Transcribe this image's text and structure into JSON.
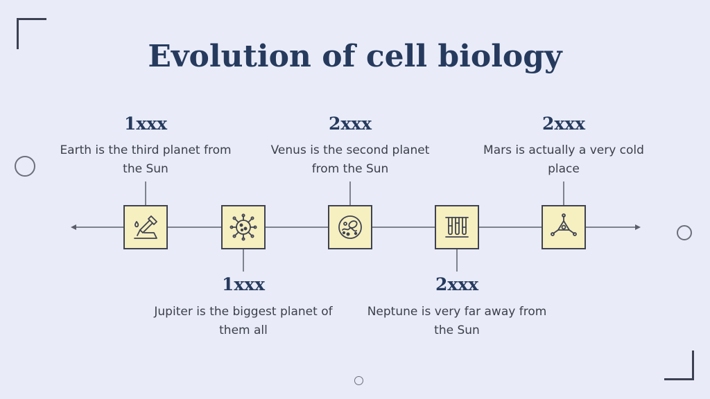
{
  "title": "Evolution of cell biology",
  "events": [
    {
      "year": "1xxx",
      "text": "Earth is the third planet from the Sun",
      "icon": "pipette-icon",
      "position": "above"
    },
    {
      "year": "1xxx",
      "text": "Jupiter is the biggest planet of them all",
      "icon": "virus-icon",
      "position": "below"
    },
    {
      "year": "2xxx",
      "text": "Venus is the second planet from the Sun",
      "icon": "cell-icon",
      "position": "above"
    },
    {
      "year": "2xxx",
      "text": "Neptune is very far away from the Sun",
      "icon": "test-tubes-icon",
      "position": "below"
    },
    {
      "year": "2xxx",
      "text": "Mars is actually a very cold place",
      "icon": "molecule-icon",
      "position": "above"
    }
  ],
  "colors": {
    "background": "#e9ecf8",
    "title": "#263a5e",
    "node_fill": "#f6efc0",
    "line": "#3e4250"
  }
}
